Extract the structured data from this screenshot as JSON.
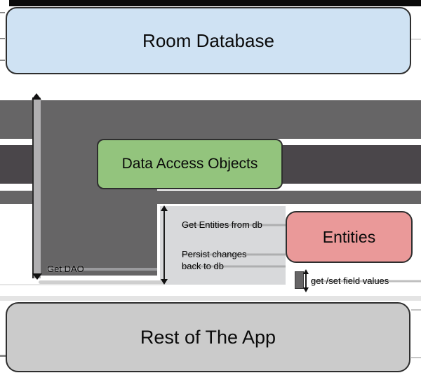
{
  "diagram": {
    "nodes": {
      "room_database": {
        "label": "Room Database",
        "color": "#cfe2f3"
      },
      "data_access_objects": {
        "label": "Data Access Objects",
        "color": "#93c47d"
      },
      "entities": {
        "label": "Entities",
        "color": "#ea9999"
      },
      "rest_of_app": {
        "label": "Rest of The App",
        "color": "#cbcbcb"
      }
    },
    "edge_labels": {
      "get_dao": "Get DAO",
      "get_entities": "Get Entities from db",
      "persist_line1": "Persist changes",
      "persist_line2": "back to db",
      "get_set_fields": "get /set field values"
    },
    "colors": {
      "thick_arrow_medium": "#666566",
      "thick_arrow_dark": "#4a464a",
      "vertical_strip": "#b0afb1",
      "panel": "#d8d9db",
      "top_bar": "#0b0b0b",
      "node_border": "#2e2e2e"
    }
  }
}
